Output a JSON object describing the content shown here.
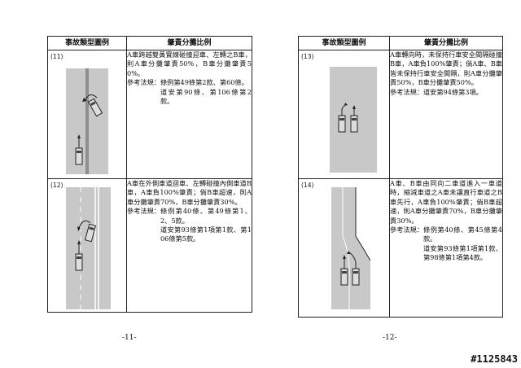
{
  "left_page": {
    "header": {
      "col1": "事故類型圖例",
      "col2": "肇責分攤比例"
    },
    "rows": [
      {
        "num": "(11)",
        "text": "A車跨越雙黃實線碰撞迎車、左轉之B車，則A車分攤肇責50%，B車分攤肇責50%。",
        "ref_label": "參考法規：",
        "refs": [
          "條例第49條第2款、第60條。",
          "道安第90條、第106條第2款。"
        ]
      },
      {
        "num": "(12)",
        "text": "A車在外側車道迴車、左轉碰撞內側車道B車，A車負100%肇責；倘B車超速，則A車分攤肇責70%，B車分攤肇責30%。",
        "ref_label": "參考法規：",
        "refs": [
          "條例第40條、第49條第1、2、5款。",
          "道安第93條第1項第1款、第106條第5款。"
        ]
      }
    ],
    "page_number": "-11-"
  },
  "right_page": {
    "header": {
      "col1": "事故類型圖例",
      "col2": "肇責分攤比例"
    },
    "rows": [
      {
        "num": "(13)",
        "text": "A車轉向時，未保持行車安全間隔碰撞B車，A車負100%肇責；倘A車、B車皆未保持行車安全間隔，則A車分攤肇責50%，B車分攤肇責50%。",
        "ref_label": "參考法規：",
        "refs": [
          "道安第94條第3項。"
        ]
      },
      {
        "num": "(14)",
        "text": "A車、B車由同向二車道進入一車道時，縮減車道之A車未讓直行車道之B車先行，A車負100%肇責；倘B車超速，則A車分攤肇責70%，B車分攤肇責30%。",
        "ref_label": "參考法規：",
        "refs": [
          "條例第40條、第45條第4款。",
          "道安第93條第1項第1款、第98條第1項第4款。"
        ]
      }
    ],
    "page_number": "-12-"
  },
  "stamp": "#1125843",
  "colors": {
    "road": "#c8c8c8",
    "line": "#ffffff",
    "border": "#222222"
  }
}
